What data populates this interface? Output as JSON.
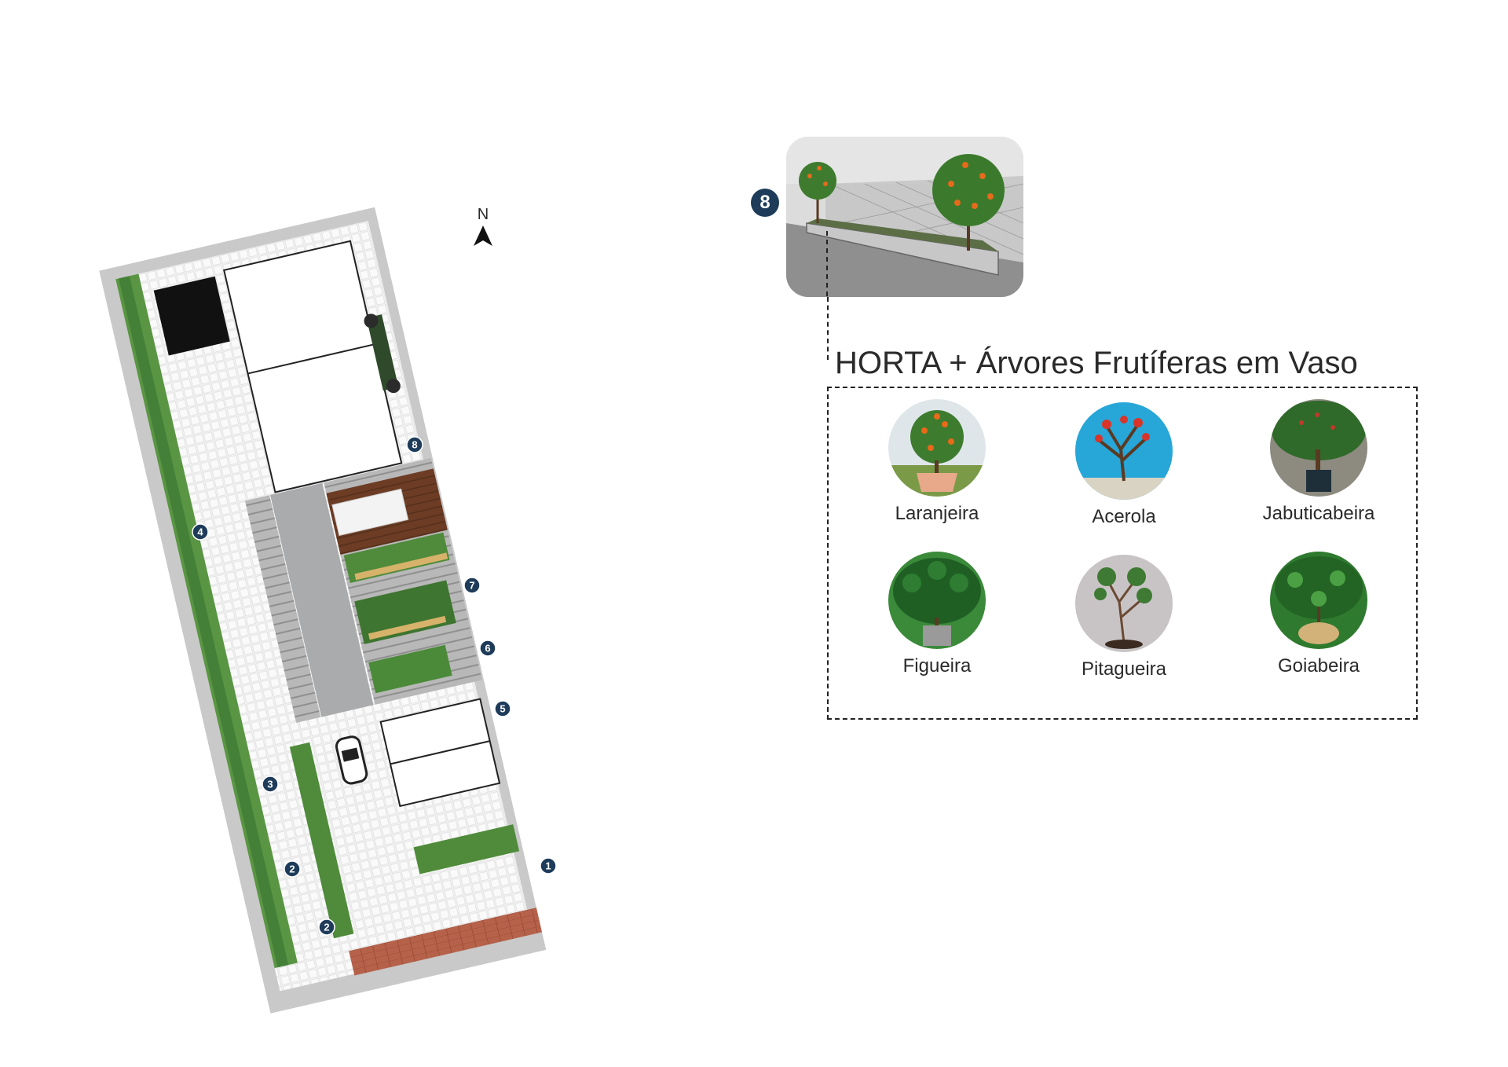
{
  "compass": {
    "north_label": "N"
  },
  "plan_markers": [
    "1",
    "2",
    "2",
    "3",
    "4",
    "5",
    "6",
    "7",
    "8"
  ],
  "feature": {
    "badge": "8",
    "title": "HORTA + Árvores Frutíferas em Vaso"
  },
  "trees": [
    {
      "name": "Laranjeira",
      "icon": "orange-tree-pot-icon"
    },
    {
      "name": "Acerola",
      "icon": "acerola-tree-icon"
    },
    {
      "name": "Jabuticabeira",
      "icon": "jabuticaba-tree-icon"
    },
    {
      "name": "Figueira",
      "icon": "fig-tree-icon"
    },
    {
      "name": "Pitagueira",
      "icon": "pitanga-tree-icon"
    },
    {
      "name": "Goiabeira",
      "icon": "guava-tree-icon"
    }
  ],
  "colors": {
    "badge": "#1e3c5a",
    "lot_border": "#c8c8c8",
    "paving": "#f0f0f0",
    "concrete_path": "#a9abad",
    "deck": "#6b3a22",
    "garden": "#4e8a3a",
    "brick": "#b4644e",
    "dark_block": "#111111"
  }
}
